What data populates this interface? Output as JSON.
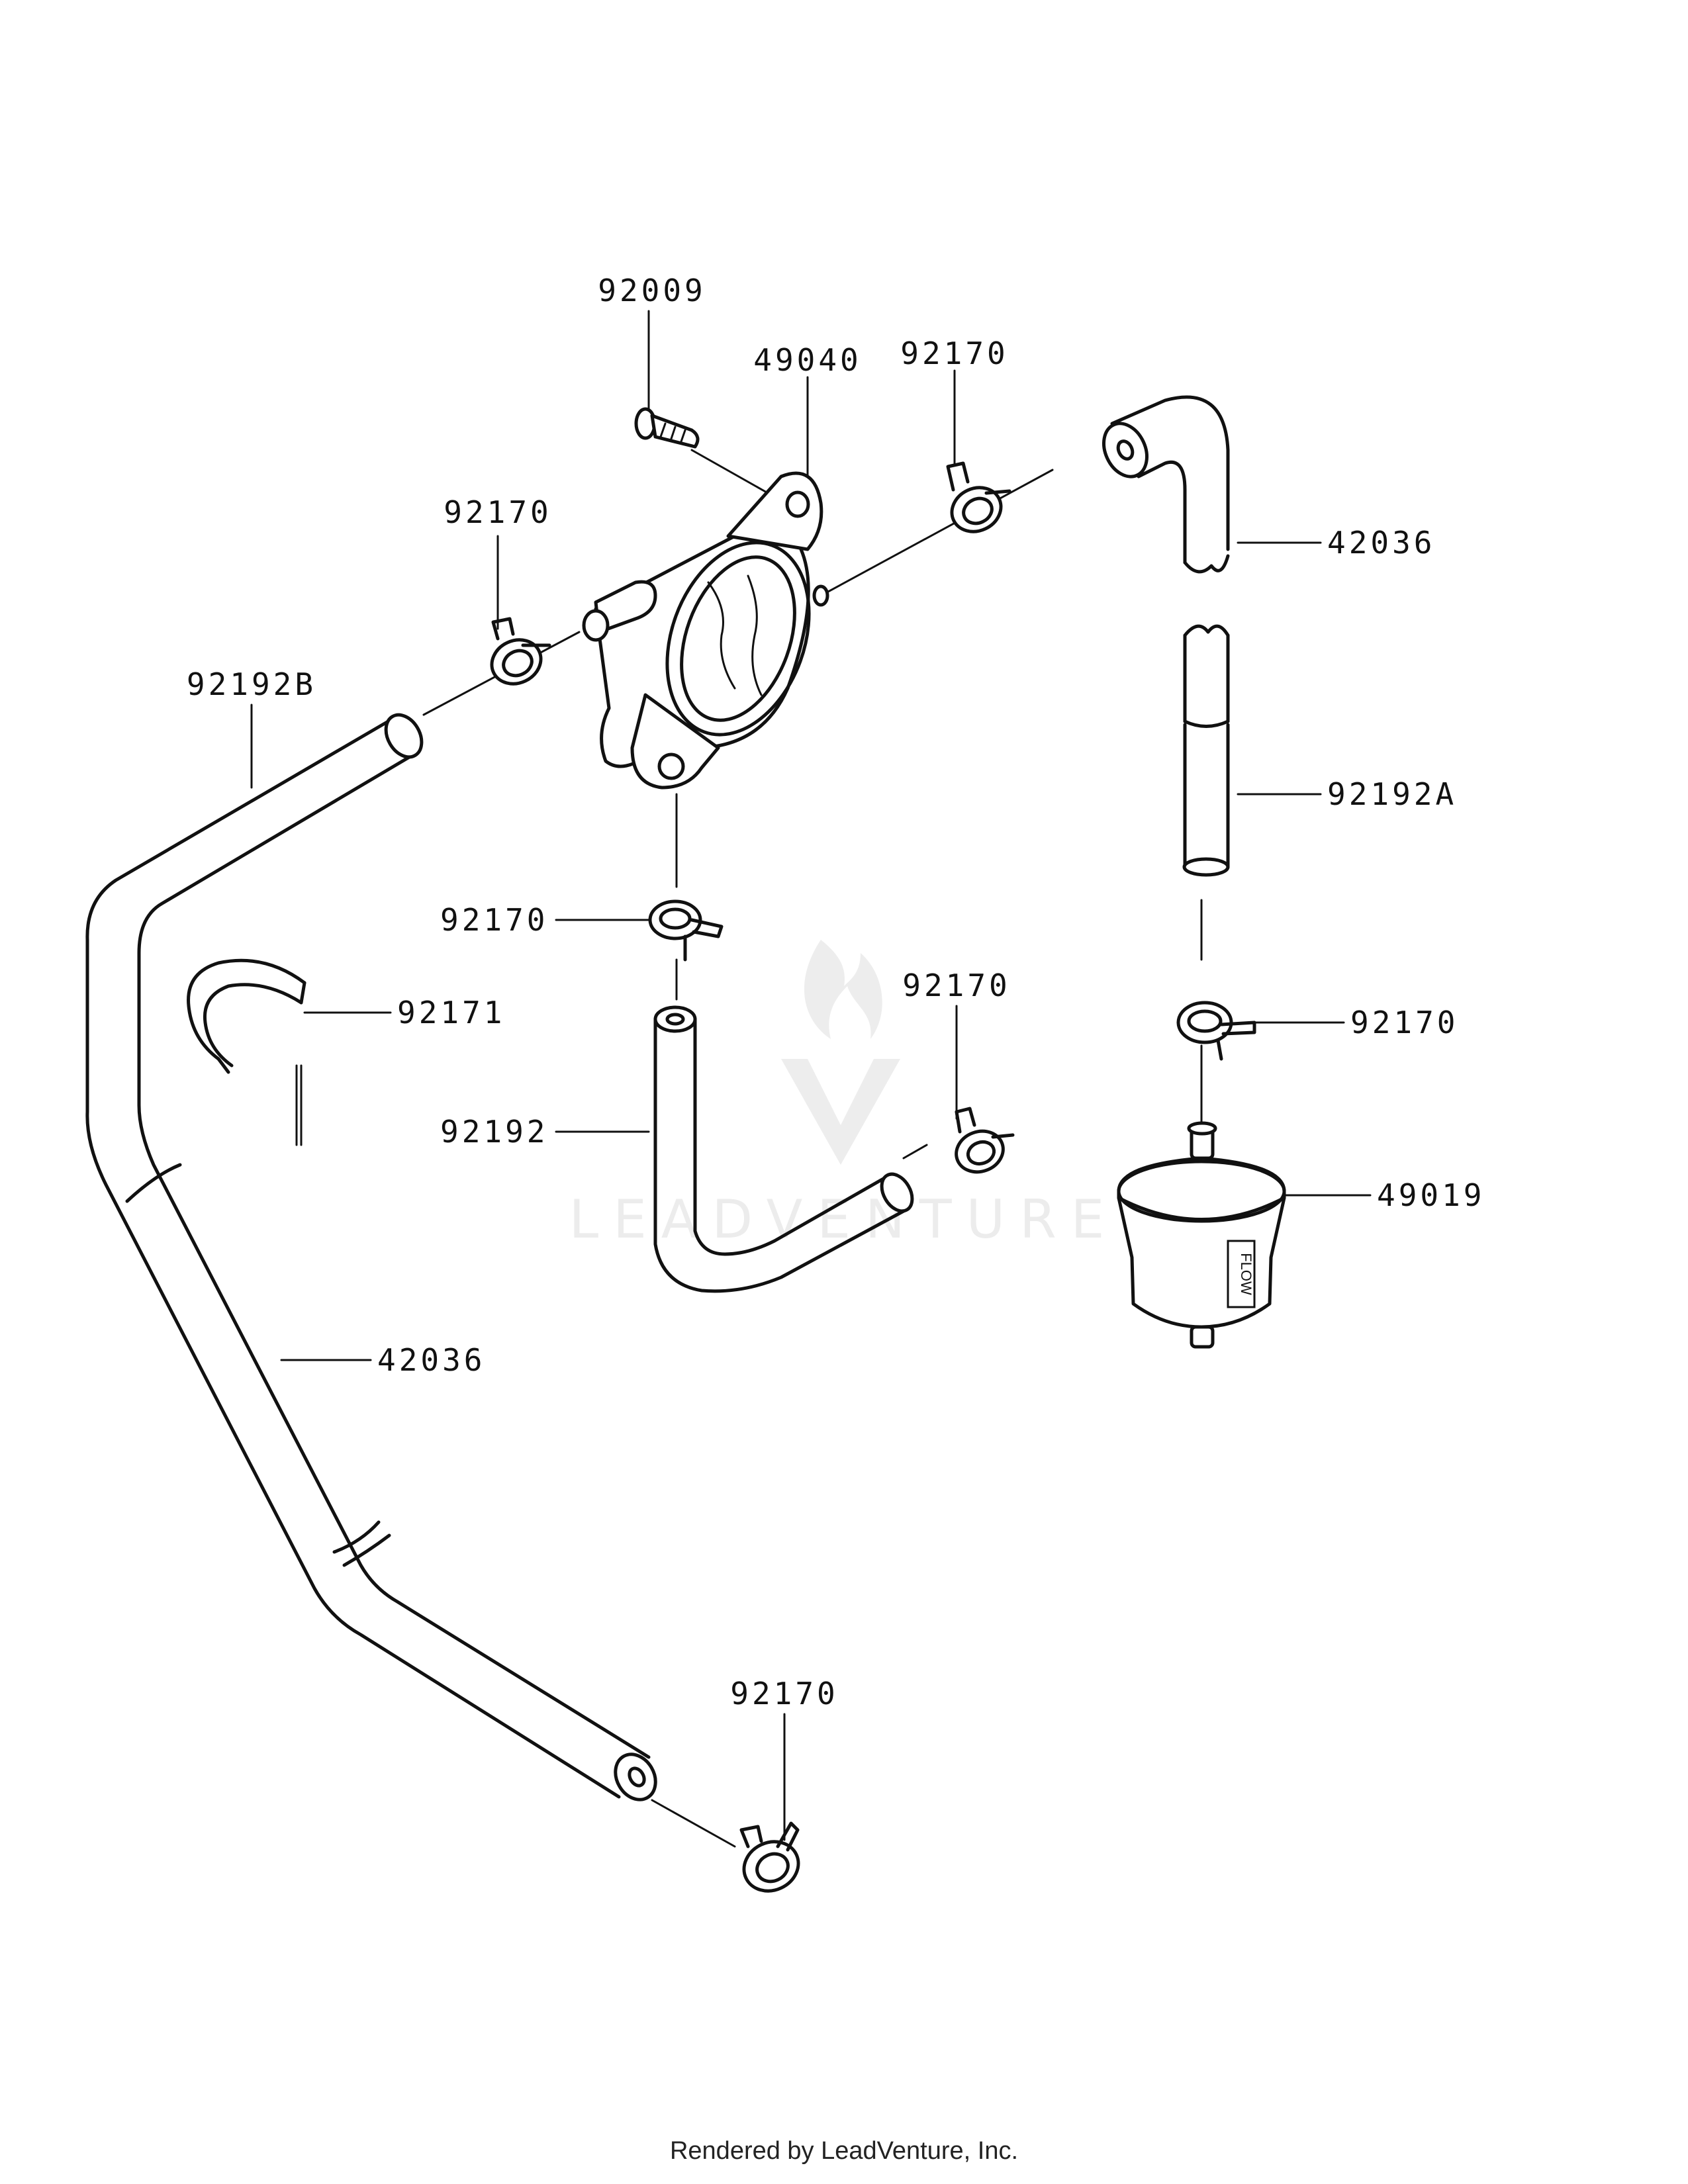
{
  "parts": {
    "bolt": "92009",
    "fuel_pump": "49040",
    "clamp_top_center": "92170",
    "clamp_left_pump": "92170",
    "hose_right_upper": "42036",
    "hose_left_long": "92192B",
    "hose_right_lower": "92192A",
    "clamp_below_pump": "92170",
    "clamp_upper_right_filter": "92170",
    "clamp_mid": "92170",
    "clip": "92171",
    "hose_middle": "92192",
    "fuel_filter": "49019",
    "hose_left_lower": "42036",
    "clamp_bottom": "92170"
  },
  "filter_marking": "FLOW",
  "watermark": "LEADVENTURE",
  "footer": "Rendered by LeadVenture, Inc."
}
